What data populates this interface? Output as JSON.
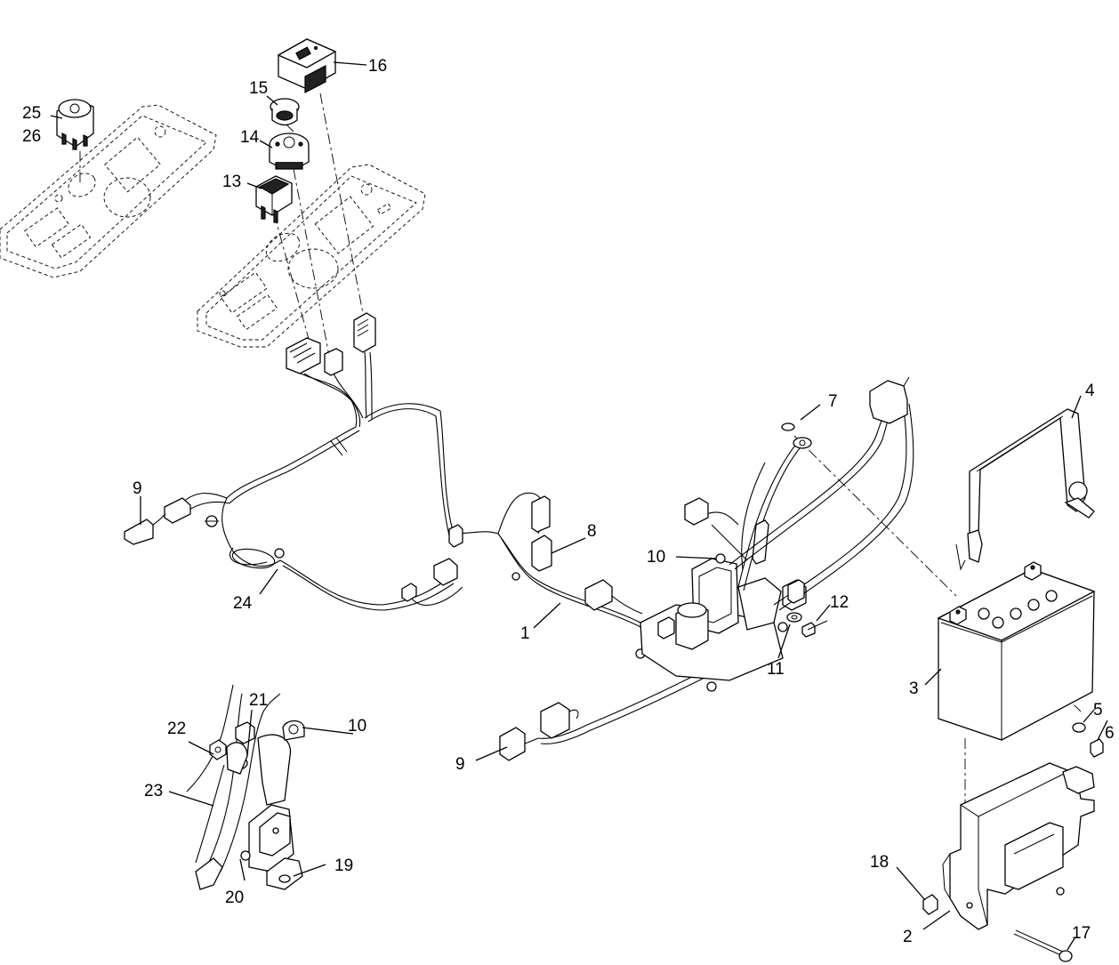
{
  "callouts": [
    {
      "id": "c1",
      "text": "1"
    },
    {
      "id": "c2",
      "text": "2"
    },
    {
      "id": "c3",
      "text": "3"
    },
    {
      "id": "c4",
      "text": "4"
    },
    {
      "id": "c5",
      "text": "5"
    },
    {
      "id": "c6",
      "text": "6"
    },
    {
      "id": "c7",
      "text": "7"
    },
    {
      "id": "c8",
      "text": "8"
    },
    {
      "id": "c9a",
      "text": "9"
    },
    {
      "id": "c9b",
      "text": "9"
    },
    {
      "id": "c10a",
      "text": "10"
    },
    {
      "id": "c10b",
      "text": "10"
    },
    {
      "id": "c11",
      "text": "11"
    },
    {
      "id": "c12",
      "text": "12"
    },
    {
      "id": "c13",
      "text": "13"
    },
    {
      "id": "c14",
      "text": "14"
    },
    {
      "id": "c15",
      "text": "15"
    },
    {
      "id": "c16",
      "text": "16"
    },
    {
      "id": "c17",
      "text": "17"
    },
    {
      "id": "c18",
      "text": "18"
    },
    {
      "id": "c19",
      "text": "19"
    },
    {
      "id": "c20",
      "text": "20"
    },
    {
      "id": "c21",
      "text": "21"
    },
    {
      "id": "c22",
      "text": "22"
    },
    {
      "id": "c23",
      "text": "23"
    },
    {
      "id": "c24",
      "text": "24"
    },
    {
      "id": "c25",
      "text": "25"
    },
    {
      "id": "c26",
      "text": "26"
    }
  ]
}
